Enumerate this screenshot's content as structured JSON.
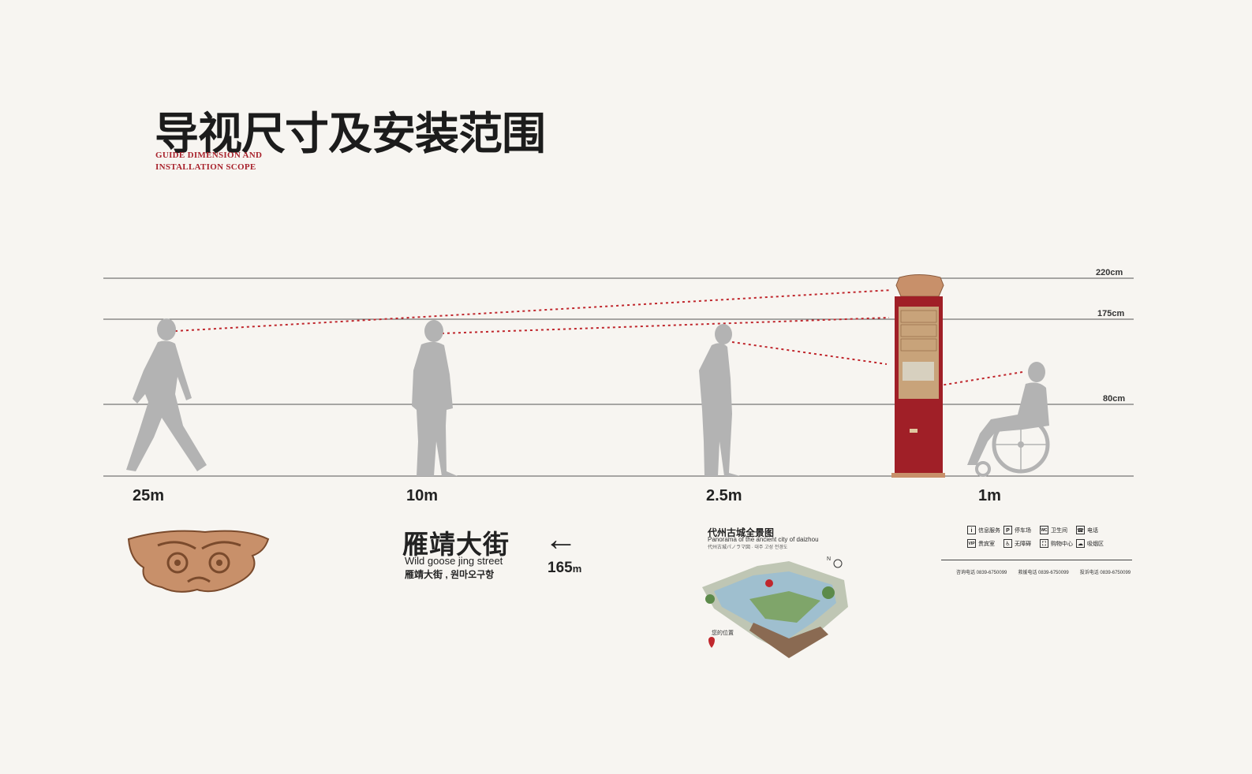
{
  "title": {
    "cn": "导视尺寸及安装范围",
    "en_line1": "GUIDE DIMENSION AND",
    "en_line2": "INSTALLATION SCOPE"
  },
  "height_levels": [
    {
      "label": "220cm",
      "value_cm": 220
    },
    {
      "label": "175cm",
      "value_cm": 175
    },
    {
      "label": "80cm",
      "value_cm": 80
    }
  ],
  "distances": [
    {
      "label": "25m",
      "value_m": 25
    },
    {
      "label": "10m",
      "value_m": 10
    },
    {
      "label": "2.5m",
      "value_m": 2.5
    },
    {
      "label": "1m",
      "value_m": 1
    }
  ],
  "street_sign": {
    "cn": "雁靖大街",
    "en": "Wild goose jing street",
    "sub": "雁靖大街 , 원마오구항",
    "arrow": "←",
    "distance_value": "165",
    "distance_unit": "m"
  },
  "panorama": {
    "title": "代州古城全景图",
    "subtitle": "Panorama of the ancient city of daizhou",
    "subtitle2": "代州古城パノラマ図 · 대주 고성 전경도",
    "you_are_here": "您的位置",
    "compass": "N"
  },
  "services": [
    {
      "icon": "i",
      "label": "信息服务"
    },
    {
      "icon": "P",
      "label": "停车场"
    },
    {
      "icon": "WC",
      "label": "卫生间"
    },
    {
      "icon": "☎",
      "label": "电话"
    },
    {
      "icon": "VIP",
      "label": "贵宾室"
    },
    {
      "icon": "♿",
      "label": "无障碍"
    },
    {
      "icon": "⛶",
      "label": "购物中心"
    },
    {
      "icon": "☁",
      "label": "吸烟区"
    }
  ],
  "phones": [
    {
      "text": "咨询电话 0839-6750099"
    },
    {
      "text": "救援电话 0839-6750099"
    },
    {
      "text": "投诉电话 0839-6750099"
    }
  ],
  "colors": {
    "accent": "#a8222c",
    "sign_red": "#a01f27",
    "bronze": "#c8906a",
    "silhouette": "#b3b3b3",
    "sight_line": "#c0272d"
  }
}
